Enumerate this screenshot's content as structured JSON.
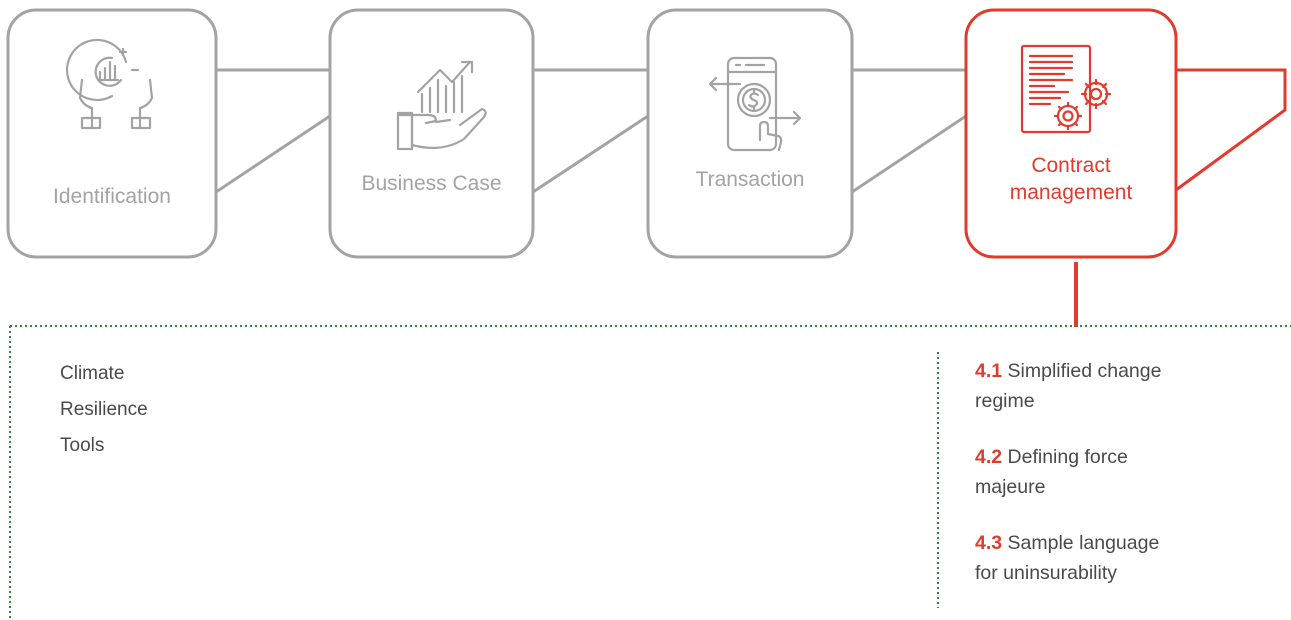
{
  "colors": {
    "inactive": "#a3a3a3",
    "active": "#e23b2e",
    "divider": "#2e8b3e",
    "text": "#4a4a4a"
  },
  "stages": [
    {
      "label": "Identification",
      "icon": "hands-chart-icon",
      "active": false
    },
    {
      "label": "Business Case",
      "icon": "hand-growth-chart-icon",
      "active": false
    },
    {
      "label": "Transaction",
      "icon": "phone-payment-icon",
      "active": false
    },
    {
      "label_lines": [
        "Contract",
        "management"
      ],
      "icon": "contract-gears-icon",
      "active": true
    }
  ],
  "side_label": [
    "Climate",
    "Resilience",
    "Tools"
  ],
  "sub_items": [
    {
      "number": "4.1",
      "lines": [
        "Simplified change",
        "regime"
      ]
    },
    {
      "number": "4.2",
      "lines": [
        "Defining force",
        "majeure"
      ]
    },
    {
      "number": "4.3",
      "lines": [
        "Sample language",
        "for uninsurability"
      ]
    }
  ]
}
